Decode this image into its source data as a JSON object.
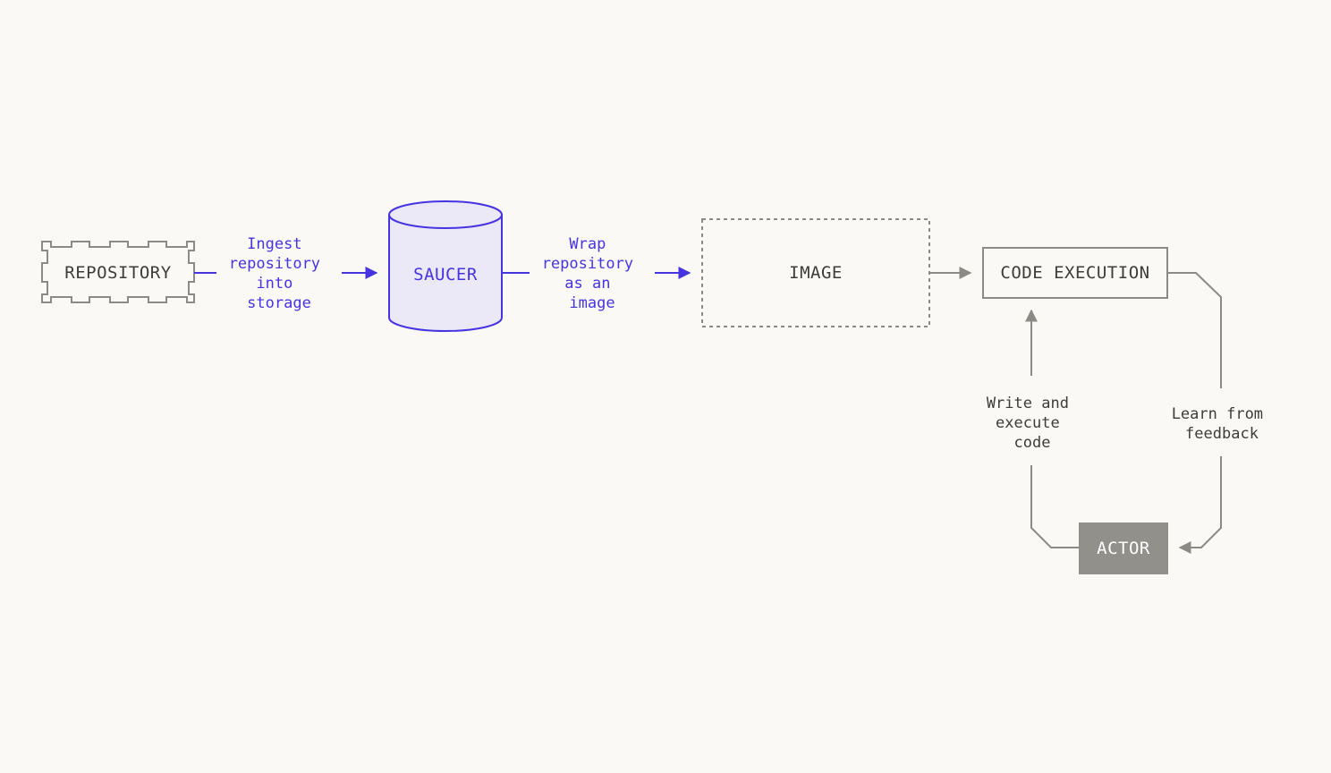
{
  "diagram": {
    "nodes": {
      "repository": {
        "label": "REPOSITORY",
        "shape": "stamp-outline"
      },
      "saucer": {
        "label": "SAUCER",
        "shape": "cylinder"
      },
      "image": {
        "label": "IMAGE",
        "shape": "dashed-rectangle"
      },
      "code_execution": {
        "label": "CODE EXECUTION",
        "shape": "rectangle"
      },
      "actor": {
        "label": "ACTOR",
        "shape": "filled-rectangle"
      }
    },
    "edges": {
      "ingest": {
        "from": "repository",
        "to": "saucer",
        "lines": [
          "Ingest",
          "repository",
          "into",
          "storage"
        ]
      },
      "wrap": {
        "from": "saucer",
        "to": "image",
        "lines": [
          "Wrap",
          "repository",
          "as an",
          "image"
        ]
      },
      "image_to_exec": {
        "from": "image",
        "to": "code_execution",
        "lines": []
      },
      "write": {
        "from": "actor",
        "to": "code_execution",
        "lines": [
          "Write and",
          "execute",
          "code"
        ]
      },
      "learn": {
        "from": "code_execution",
        "to": "actor",
        "lines": [
          "Learn from",
          "feedback"
        ]
      }
    }
  },
  "colors": {
    "background": "#faf9f5",
    "accent": "#4534e0",
    "accent_fill": "#ebe9f8",
    "gray": "#8c8a84",
    "dark_text": "#3d3c38",
    "actor_fill": "#92908a",
    "actor_text": "#ffffff"
  }
}
